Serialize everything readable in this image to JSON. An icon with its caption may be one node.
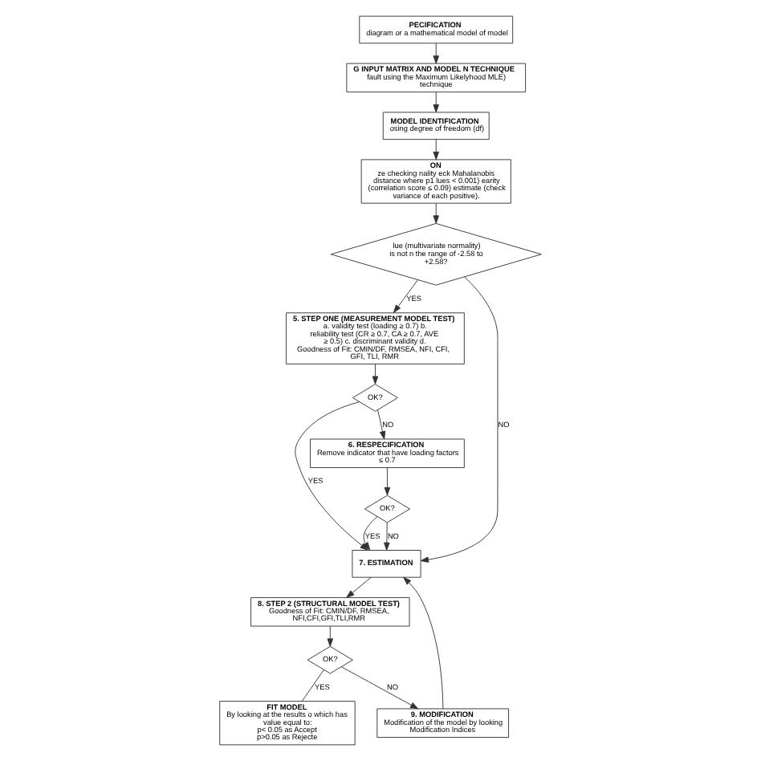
{
  "diagram": {
    "nodes": [
      {
        "text": [
          "PECIFICATION",
          "diagram or a mathematical model of model"
        ]
      },
      {
        "text": [
          "G INPUT MATRIX AND MODEL N TECHNIQUE",
          "fault using the Maximum Likelyhood MLE) technique"
        ]
      },
      {
        "text": [
          "MODEL IDENTIFICATION",
          "osing degree of freedom (df)"
        ]
      },
      {
        "text": [
          "ON",
          "ze checking nality eck Mahalanobis distance where p1 lues < 0.001) earity (correlation score ≤ 0.09) estimate (check variance of each positive)."
        ]
      },
      {
        "text": [
          "lue (multivariate normality) is not n the range of -2.58 to +2.58?"
        ]
      },
      {
        "text": [
          "5. STEP ONE (MEASUREMENT MODEL TEST)",
          "a. validity test (loading ≥ 0.7) b. reliability test (CR ≥ 0.7, CA ≥ 0.7, AVE ≥ 0.5) c. discriminant validity d. Goodness of Fit: CMIN/DF, RMSEA, NFI, CFI, GFI, TLI, RMR"
        ]
      },
      {
        "text": [
          "OK?"
        ]
      },
      {
        "text": [
          "6. RESPECIFICATION",
          "Remove indicator that have loading factors ≤ 0.7"
        ]
      },
      {
        "text": [
          "OK?"
        ]
      },
      {
        "text": [
          "7. ESTIMATION"
        ]
      },
      {
        "text": [
          "8. STEP 2 (STRUCTURAL MODEL TEST)",
          "Goodness of Fit: CMIN/DF, RMSEA, NFI,CFI,GFI,TLI,RMR"
        ]
      },
      {
        "text": [
          "OK?"
        ]
      },
      {
        "text": [
          "9. MODIFICATION",
          "Modification of the model by looking Modification Indices"
        ]
      },
      {
        "text": [
          "FIT MODEL",
          "By looking at the results o which has value equal to:",
          "p< 0.05 as Accept",
          "p>0.05 as Rejecte"
        ]
      }
    ],
    "edges": [
      {
        "from": 0,
        "to": 1,
        "arrow": "to"
      },
      {
        "from": 1,
        "to": 2,
        "arrow": "to"
      },
      {
        "from": 2,
        "to": 3,
        "arrow": "to"
      },
      {
        "from": 3,
        "to": 4,
        "arrow": "to"
      },
      {
        "from": 4,
        "to": 5,
        "arrow": "to",
        "label": "YES"
      },
      {
        "from": 4,
        "to": 9,
        "arrow": "to",
        "label": "NO"
      },
      {
        "from": 5,
        "to": 6,
        "arrow": "to"
      },
      {
        "from": 6,
        "to": 9,
        "arrow": "to",
        "label": "YES"
      },
      {
        "from": 6,
        "to": 7,
        "arrow": "to",
        "label": "NO"
      },
      {
        "from": 7,
        "to": 8,
        "arrow": "to"
      },
      {
        "from": 8,
        "to": 9,
        "arrow": "to",
        "label": "YES"
      },
      {
        "from": 8,
        "to": 9,
        "arrow": "to",
        "label": "NO"
      },
      {
        "from": 9,
        "to": 10,
        "arrow": "to"
      },
      {
        "from": 10,
        "to": 11,
        "arrow": "to"
      },
      {
        "from": 11,
        "to": 12,
        "arrow": "to",
        "label": "NO"
      },
      {
        "from": 11,
        "to": 13,
        "arrow": "none",
        "label": "YES"
      },
      {
        "from": 12,
        "to": 9,
        "arrow": "to"
      }
    ]
  }
}
